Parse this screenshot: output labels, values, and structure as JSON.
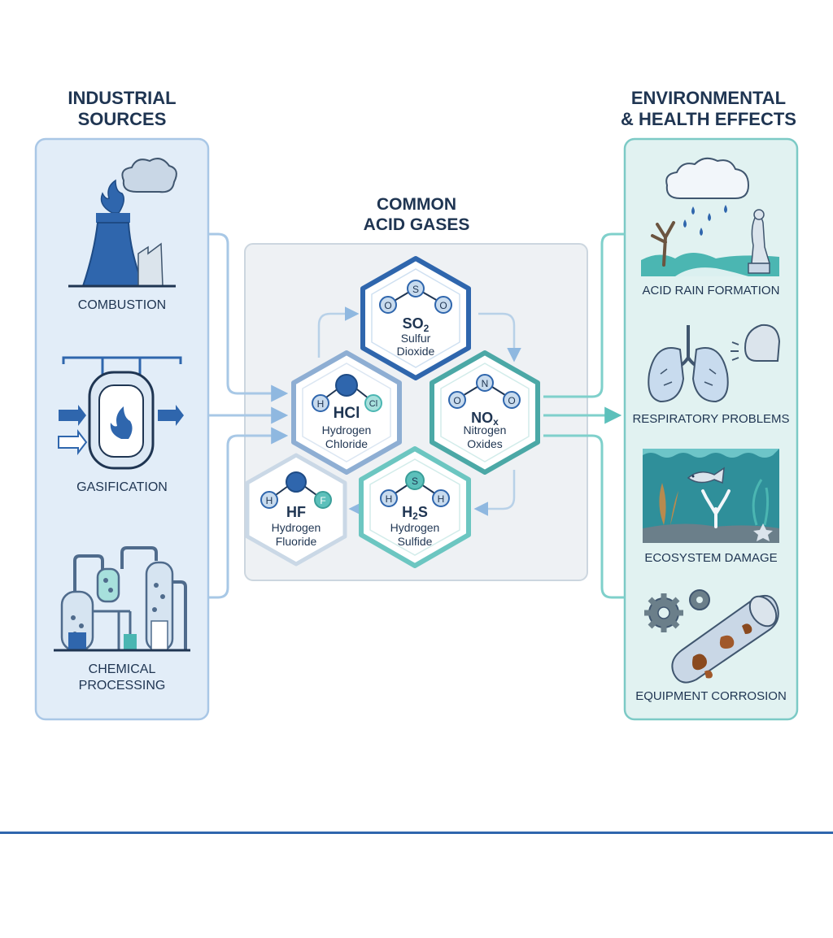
{
  "sections": {
    "sources": {
      "title_line1": "INDUSTRIAL",
      "title_line2": "SOURCES",
      "items": [
        {
          "label_lines": [
            "COMBUSTION"
          ],
          "icon": "smokestack-flame-icon"
        },
        {
          "label_lines": [
            "GASIFICATION"
          ],
          "icon": "gasifier-vessel-icon"
        },
        {
          "label_lines": [
            "CHEMICAL",
            "PROCESSING"
          ],
          "icon": "chemical-plant-icon"
        }
      ]
    },
    "gases": {
      "title_line1": "COMMON",
      "title_line2": "ACID GASES",
      "items": [
        {
          "formula": "SO",
          "subscript": "2",
          "name_lines": [
            "Sulfur",
            "Dioxide"
          ],
          "atoms": [
            "O",
            "S",
            "O"
          ]
        },
        {
          "formula": "HCl",
          "subscript": "",
          "name_lines": [
            "Hydrogen",
            "Chloride"
          ],
          "atoms": [
            "H",
            "Cl"
          ]
        },
        {
          "formula": "NO",
          "subscript": "x",
          "name_lines": [
            "Nitrogen",
            "Oxides"
          ],
          "atoms": [
            "O",
            "N",
            "O"
          ]
        },
        {
          "formula": "HF",
          "subscript": "",
          "name_lines": [
            "Hydrogen",
            "Fluoride"
          ],
          "atoms": [
            "H",
            "F"
          ]
        },
        {
          "formula": "H",
          "subscript": "2",
          "formula_suffix": "S",
          "name_lines": [
            "Hydrogen",
            "Sulfide"
          ],
          "atoms": [
            "H",
            "S",
            "H"
          ]
        }
      ]
    },
    "effects": {
      "title_line1": "ENVIRONMENTAL",
      "title_line2": "& HEALTH EFFECTS",
      "items": [
        {
          "label": "ACID RAIN FORMATION",
          "icon": "acid-rain-icon"
        },
        {
          "label": "RESPIRATORY PROBLEMS",
          "icon": "lungs-icon"
        },
        {
          "label": "ECOSYSTEM DAMAGE",
          "icon": "ecosystem-icon"
        },
        {
          "label": "EQUIPMENT CORROSION",
          "icon": "corroded-pipe-icon"
        }
      ]
    }
  },
  "colors": {
    "navy_text": "#1f3552",
    "left_panel_fill": "#e2edf8",
    "left_panel_stroke": "#a9c7e6",
    "right_panel_fill": "#e1f2f1",
    "right_panel_stroke": "#7ccac6",
    "center_panel_fill": "#eef1f4",
    "center_panel_stroke": "#ccd6df",
    "primary_blue": "#2f66ad",
    "teal": "#4bb6b2",
    "connector": "#a8c8e6"
  }
}
